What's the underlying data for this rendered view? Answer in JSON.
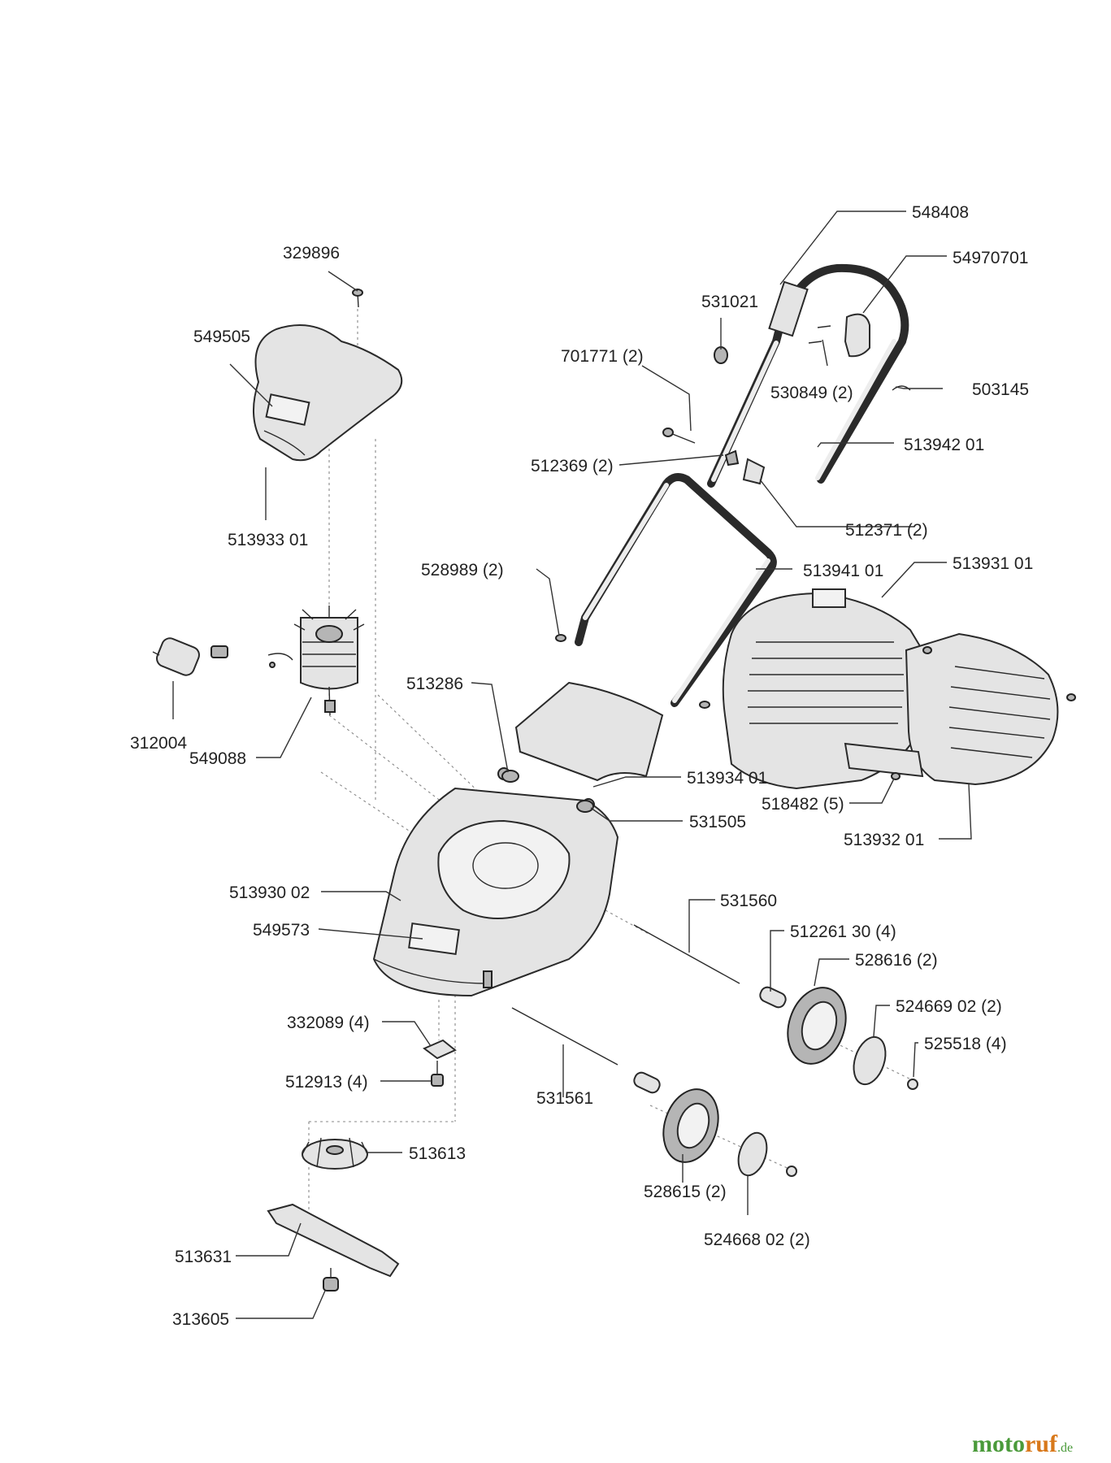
{
  "labels": {
    "l548408": "548408",
    "l54970701": "54970701",
    "l329896": "329896",
    "l531021": "531021",
    "l549505": "549505",
    "l701771": "701771 (2)",
    "l530849": "530849 (2)",
    "l503145": "503145",
    "l512369": "512369 (2)",
    "l513942": "513942 01",
    "l513933": "513933 01",
    "l512371": "512371 (2)",
    "l528989": "528989 (2)",
    "l513941": "513941 01",
    "l513931": "513931 01",
    "l513286": "513286",
    "l312004": "312004",
    "l549088": "549088",
    "l513934": "513934 01",
    "l518482": "518482 (5)",
    "l531505": "531505",
    "l513932": "513932 01",
    "l513930": "513930 02",
    "l531560": "531560",
    "l549573": "549573",
    "l512261": "512261 30 (4)",
    "l528616": "528616 (2)",
    "l524669": "524669 02 (2)",
    "l332089": "332089 (4)",
    "l525518": "525518 (4)",
    "l512913": "512913 (4)",
    "l531561": "531561",
    "l513613": "513613",
    "l528615": "528615 (2)",
    "l513631": "513631",
    "l524668": "524668 02 (2)",
    "l313605": "313605"
  },
  "watermark": {
    "part1": "moto",
    "part2": "ruf",
    "suffix": ".de"
  }
}
